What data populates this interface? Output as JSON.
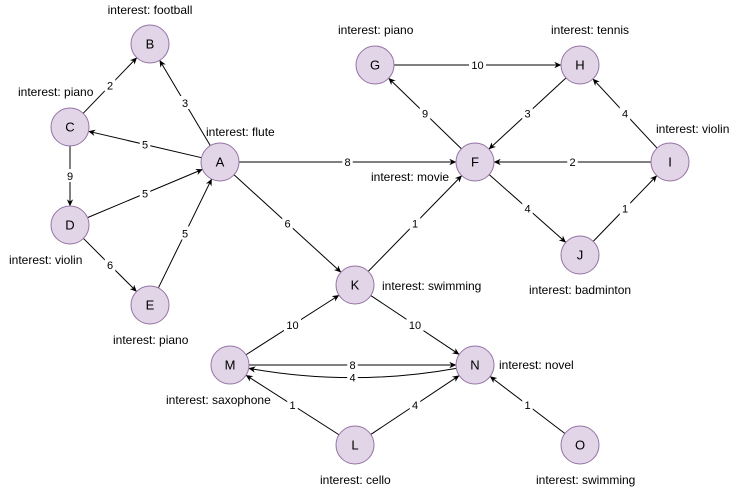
{
  "nodes": [
    {
      "id": "B",
      "interest": "interest: football"
    },
    {
      "id": "C",
      "interest": "interest: piano"
    },
    {
      "id": "D",
      "interest": "interest: violin"
    },
    {
      "id": "E",
      "interest": "interest: piano"
    },
    {
      "id": "A",
      "interest": "interest: flute"
    },
    {
      "id": "G",
      "interest": "interest: piano"
    },
    {
      "id": "H",
      "interest": "interest: tennis"
    },
    {
      "id": "F",
      "interest": "interest: movie"
    },
    {
      "id": "I",
      "interest": "interest: violin"
    },
    {
      "id": "J",
      "interest": "interest: badminton"
    },
    {
      "id": "K",
      "interest": "interest: swimming"
    },
    {
      "id": "M",
      "interest": "interest: saxophone"
    },
    {
      "id": "N",
      "interest": "interest: novel"
    },
    {
      "id": "L",
      "interest": "interest: cello"
    },
    {
      "id": "O",
      "interest": "interest: swimming"
    }
  ],
  "edges": [
    {
      "from": "C",
      "to": "B",
      "weight": "2"
    },
    {
      "from": "A",
      "to": "B",
      "weight": "3"
    },
    {
      "from": "A",
      "to": "C",
      "weight": "5"
    },
    {
      "from": "C",
      "to": "D",
      "weight": "9"
    },
    {
      "from": "D",
      "to": "A",
      "weight": "5"
    },
    {
      "from": "D",
      "to": "E",
      "weight": "6"
    },
    {
      "from": "E",
      "to": "A",
      "weight": "5"
    },
    {
      "from": "A",
      "to": "F",
      "weight": "8"
    },
    {
      "from": "A",
      "to": "K",
      "weight": "6"
    },
    {
      "from": "G",
      "to": "H",
      "weight": "10"
    },
    {
      "from": "F",
      "to": "G",
      "weight": "9"
    },
    {
      "from": "H",
      "to": "F",
      "weight": "3"
    },
    {
      "from": "I",
      "to": "H",
      "weight": "4"
    },
    {
      "from": "I",
      "to": "F",
      "weight": "2"
    },
    {
      "from": "F",
      "to": "J",
      "weight": "4"
    },
    {
      "from": "J",
      "to": "I",
      "weight": "1"
    },
    {
      "from": "K",
      "to": "F",
      "weight": "1"
    },
    {
      "from": "K",
      "to": "N",
      "weight": "10"
    },
    {
      "from": "M",
      "to": "K",
      "weight": "10"
    },
    {
      "from": "N",
      "to": "M",
      "weight": "4"
    },
    {
      "from": "M",
      "to": "N",
      "weight": "8"
    },
    {
      "from": "L",
      "to": "M",
      "weight": "1"
    },
    {
      "from": "L",
      "to": "N",
      "weight": "4"
    },
    {
      "from": "O",
      "to": "N",
      "weight": "1"
    }
  ],
  "colors": {
    "node_fill": "#e1d5e7",
    "node_stroke": "#9673a6",
    "edge": "#000000"
  }
}
